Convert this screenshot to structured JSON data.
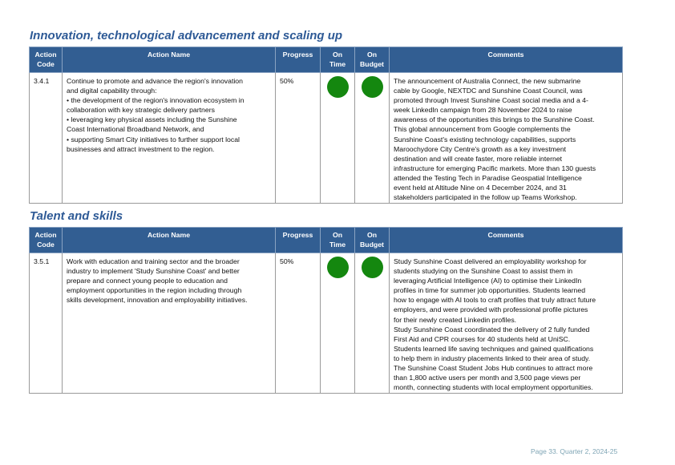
{
  "sections": [
    {
      "title": "Innovation, technological advancement and scaling up",
      "headers": {
        "code": [
          "Action",
          "Code"
        ],
        "name": "Action Name",
        "progress": "Progress",
        "on_time": [
          "On",
          "Time"
        ],
        "on_budget": [
          "On",
          "Budget"
        ],
        "comments": "Comments"
      },
      "row": {
        "code": "3.4.1",
        "name_lines": [
          "Continue to promote and advance the region's innovation",
          "and digital capability through:",
          "• the development of the region's innovation ecosystem in",
          "collaboration with key strategic delivery partners",
          "• leveraging key physical assets including the Sunshine",
          "Coast International Broadband Network, and",
          "• supporting Smart City initiatives to further support local",
          "businesses and attract investment to the region."
        ],
        "progress": "50%",
        "on_time_status": "green",
        "on_budget_status": "green",
        "comments_lines": [
          "The announcement of Australia Connect, the new submarine",
          "cable by Google, NEXTDC and Sunshine Coast Council, was",
          "promoted through Invest Sunshine Coast social media and a 4-",
          "week LinkedIn campaign from 28 November 2024 to raise",
          "awareness of the opportunities this brings to the Sunshine Coast.",
          "This global announcement from Google complements the",
          "Sunshine Coast's existing technology capabilities, supports",
          "Maroochydore City Centre's growth as a key investment",
          "destination and will create faster, more reliable internet",
          "infrastructure for emerging Pacific markets. More than 130 guests",
          "attended the Testing Tech in Paradise Geospatial Intelligence",
          "event held at Altitude Nine on 4 December 2024, and 31",
          "stakeholders participated in the follow up Teams Workshop."
        ]
      }
    },
    {
      "title": "Talent and skills",
      "headers": {
        "code": [
          "Action",
          "Code"
        ],
        "name": "Action Name",
        "progress": "Progress",
        "on_time": [
          "On",
          "Time"
        ],
        "on_budget": [
          "On",
          "Budget"
        ],
        "comments": "Comments"
      },
      "row": {
        "code": "3.5.1",
        "name_lines": [
          "Work with education and training sector and the broader",
          "industry to implement 'Study Sunshine Coast' and better",
          "prepare and connect young people to education and",
          "employment opportunities in the region including through",
          "skills development, innovation and employability initiatives."
        ],
        "progress": "50%",
        "on_time_status": "green",
        "on_budget_status": "green",
        "comments_lines": [
          "Study Sunshine Coast delivered an employability workshop for",
          "students studying on the Sunshine Coast to assist them in",
          "leveraging Artificial Intelligence (AI) to optimise their LinkedIn",
          "profiles in time for summer job opportunities. Students learned",
          "how to engage with AI tools to craft profiles that truly attract future",
          "employers, and were provided with professional profile pictures",
          "for their newly created Linkedin profiles.",
          "Study Sunshine Coast coordinated the delivery of 2 fully funded",
          "First Aid and CPR courses for 40 students held at UniSC.",
          "Students learned life saving techniques and gained qualifications",
          "to help them in industry placements linked to their area of study.",
          "The Sunshine Coast Student Jobs Hub continues to attract more",
          "than 1,800 active users per month and 3,500 page views per",
          "month, connecting students with local employment opportunities."
        ]
      }
    }
  ],
  "colors": {
    "header_bg": "#325e92",
    "title_color": "#2e5a96",
    "status_green": "#14870f"
  },
  "footer": "Page 33. Quarter 2, 2024-25"
}
